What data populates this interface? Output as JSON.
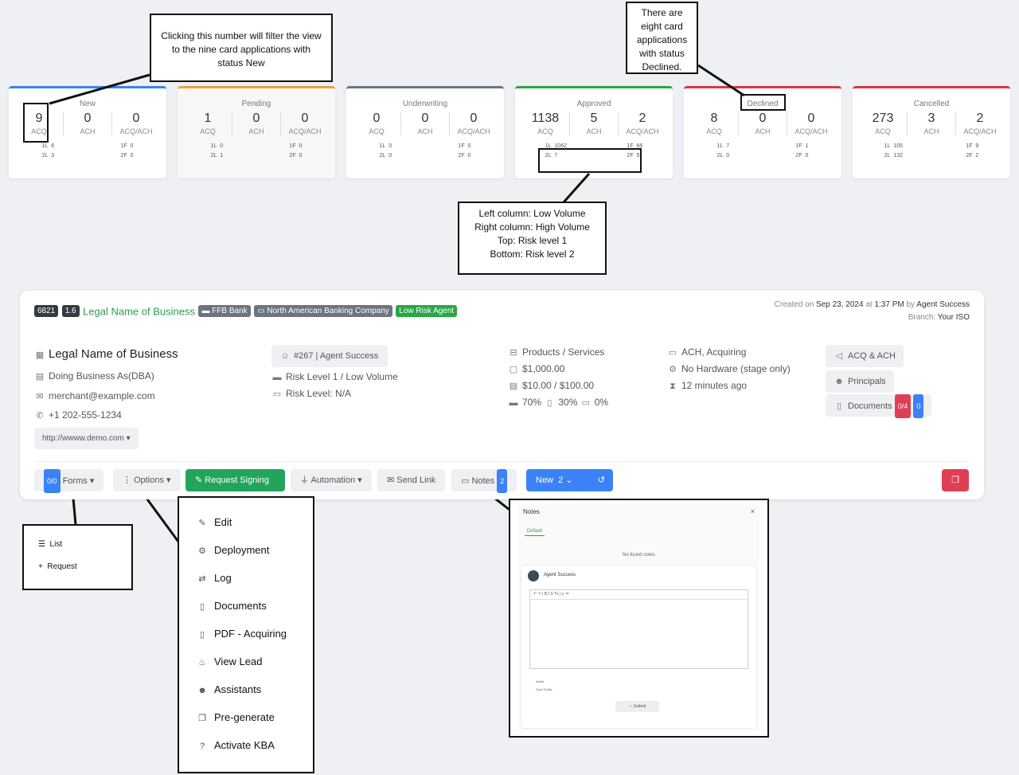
{
  "cards": [
    {
      "title": "New",
      "acq": "9",
      "ach": "0",
      "acqach": "0",
      "l1": "6",
      "h1": "0",
      "l2": "3",
      "h2": "0",
      "muted": false,
      "color": "#3b82f6"
    },
    {
      "title": "Pending",
      "acq": "1",
      "ach": "0",
      "acqach": "0",
      "l1": "0",
      "h1": "0",
      "l2": "1",
      "h2": "0",
      "muted": true,
      "color": "#f0a13a"
    },
    {
      "title": "Underwriting",
      "acq": "0",
      "ach": "0",
      "acqach": "0",
      "l1": "0",
      "h1": "0",
      "l2": "0",
      "h2": "0",
      "muted": false,
      "color": "#6c757d"
    },
    {
      "title": "Approved",
      "acq": "1138",
      "ach": "5",
      "acqach": "2",
      "l1": "1062",
      "h1": "66",
      "l2": "7",
      "h2": "5",
      "muted": false,
      "color": "#28a745"
    },
    {
      "title": "Declined",
      "acq": "8",
      "ach": "0",
      "acqach": "0",
      "l1": "7",
      "h1": "1",
      "l2": "0",
      "h2": "0",
      "muted": false,
      "color": "#dc3545"
    },
    {
      "title": "Cancelled",
      "acq": "273",
      "ach": "3",
      "acqach": "2",
      "l1": "105",
      "h1": "9",
      "l2": "132",
      "h2": "2",
      "muted": false,
      "color": "#dc3545"
    }
  ],
  "labels": {
    "acq": "ACQ",
    "ach": "ACH",
    "acqach": "ACQ/ACH",
    "l1": "1L",
    "h1": "1F",
    "l2": "2L",
    "h2": "2F"
  },
  "callouts": {
    "new": "Clicking this number will filter the view to the nine card applications with status New",
    "declined": "There are eight card applications with status Declined.",
    "legend": "Left column: Low Volume\nRight column: High Volume\nTop: Risk level 1\nBottom: Risk level 2"
  },
  "merchant": {
    "id": "6821",
    "version": "1.6",
    "title": "Legal Name of Business",
    "bank_badge": "FFB Bank",
    "company_badge": "North American Banking Company",
    "agent_badge": "Low Risk Agent",
    "created_prefix": "Created on",
    "created_date": "Sep 23, 2024",
    "created_at": "at",
    "created_time": "1:37 PM",
    "created_by": "by",
    "created_agent": "Agent Success",
    "branch_label": "Branch:",
    "branch_value": "Your ISO",
    "legal_name": "Legal Name of Business",
    "dba": "Doing Business As(DBA)",
    "email": "merchant@example.com",
    "phone": "+1 202-555-1234",
    "website": "http://wwww.demo.com",
    "agent": "#267 | Agent Success",
    "risk_level": "Risk Level 1 / Low Volume",
    "risk_na": "Risk Level: N/A",
    "products": "Products / Services",
    "volume": "$1,000.00",
    "ticket": "$10.00 / $100.00",
    "card_present": "70%",
    "mobile": "30%",
    "other": "0%",
    "services": "ACH, Acquiring",
    "hardware": "No Hardware (stage only)",
    "age": "12 minutes ago",
    "acq_ach": "ACQ & ACH",
    "principals": "Principals",
    "documents": "Documents",
    "doc_count": "0/4",
    "doc_extra": "0"
  },
  "toolbar": {
    "forms_count": "0/0",
    "forms": "Forms",
    "options": "Options",
    "request_signing": "Request Signing",
    "automation": "Automation",
    "send_link": "Send Link",
    "notes": "Notes",
    "notes_count": "2",
    "status": "New",
    "status_count": "2"
  },
  "forms_menu": [
    "List",
    "Request"
  ],
  "options_menu": [
    "Edit",
    "Deployment",
    "Log",
    "Documents",
    "PDF - Acquiring",
    "View Lead",
    "Assistants",
    "Pre-generate",
    "Activate KBA"
  ],
  "notes_modal": {
    "title": "Notes",
    "tab": "Default",
    "empty": "No found notes",
    "author": "Agent Success",
    "notify": "Notify",
    "dont_notify": "Don't Notify",
    "submit": "Submit"
  }
}
